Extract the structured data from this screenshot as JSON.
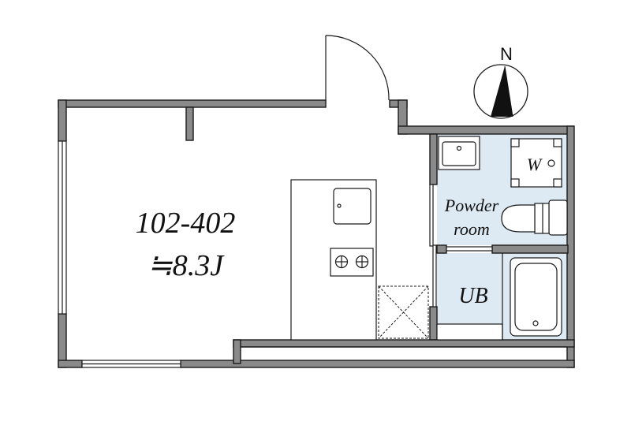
{
  "unit": {
    "number": "102-402",
    "area": "≒8.3J"
  },
  "rooms": {
    "powder_room_line1": "Powder",
    "powder_room_line2": "room",
    "bath": "UB",
    "washer": "W"
  },
  "compass": {
    "label": "N"
  },
  "colors": {
    "wall": "#8a8a8a",
    "wet_area": "#dde9f3",
    "line": "#1a1a1a"
  }
}
